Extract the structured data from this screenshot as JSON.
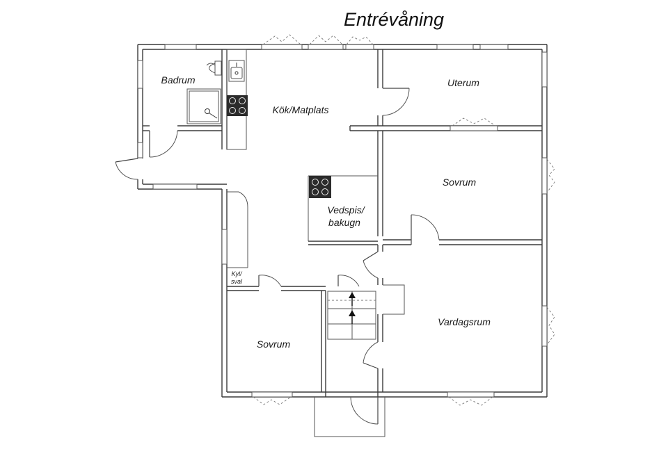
{
  "title": "Entrévåning",
  "rooms": {
    "badrum": "Badrum",
    "kok": "Kök/Matplats",
    "uterum": "Uterum",
    "sovrum_upper": "Sovrum",
    "vedspis_line1": "Vedspis/",
    "vedspis_line2": "bakugn",
    "kyl_line1": "Kyl/",
    "kyl_line2": "sval",
    "vardagsrum": "Vardagsrum",
    "sovrum_lower": "Sovrum"
  },
  "icons": {
    "stove": "stove-icon",
    "sink": "sink-icon",
    "shower": "shower-icon",
    "toilet": "toilet-icon",
    "stair_arrow": "arrow-up-icon"
  },
  "colors": {
    "wall": "#3a3a3a",
    "background": "#ffffff"
  }
}
